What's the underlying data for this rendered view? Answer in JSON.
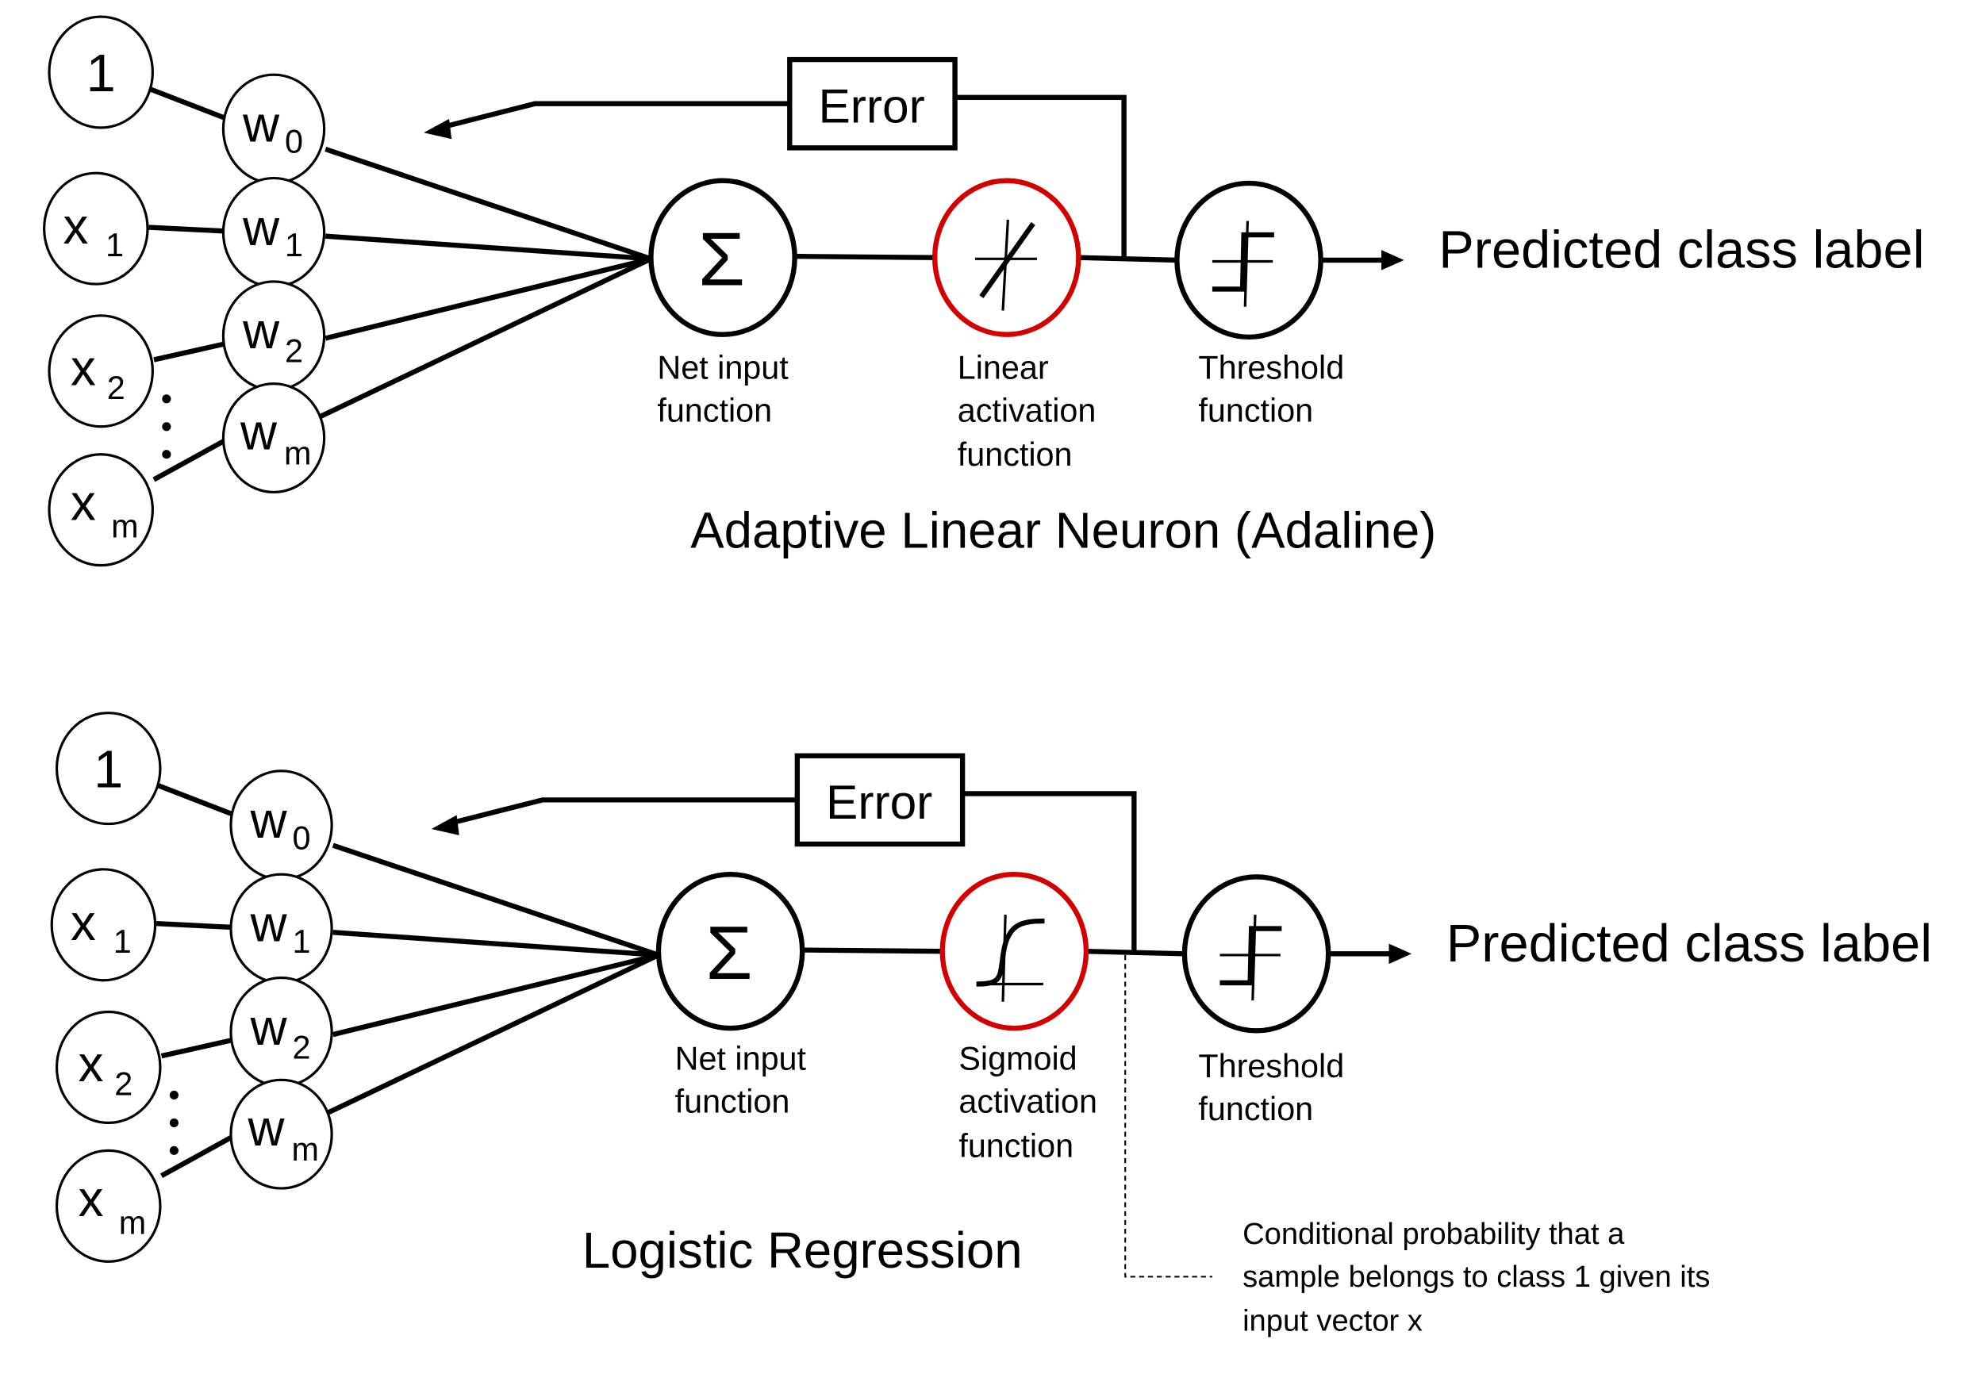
{
  "colors": {
    "activation_outline": "#d40000",
    "stroke": "#000000",
    "background": "#ffffff"
  },
  "diagrams": [
    {
      "title": "Adaptive Linear Neuron (Adaline)",
      "inputs": [
        {
          "label": "1",
          "sub": ""
        },
        {
          "label": "x",
          "sub": "1"
        },
        {
          "label": "x",
          "sub": "2"
        },
        {
          "label": "x",
          "sub": "m"
        }
      ],
      "weights": [
        {
          "label": "w",
          "sub": "0"
        },
        {
          "label": "w",
          "sub": "1"
        },
        {
          "label": "w",
          "sub": "2"
        },
        {
          "label": "w",
          "sub": "m"
        }
      ],
      "error_label": "Error",
      "net_input_symbol": "Σ",
      "net_input_label": [
        "Net input",
        "function"
      ],
      "activation_label": [
        "Linear",
        "activation",
        "function"
      ],
      "activation_icon": "linear-function-icon",
      "threshold_label": [
        "Threshold",
        "function"
      ],
      "output_label": "Predicted class label"
    },
    {
      "title": "Logistic Regression",
      "inputs": [
        {
          "label": "1",
          "sub": ""
        },
        {
          "label": "x",
          "sub": "1"
        },
        {
          "label": "x",
          "sub": "2"
        },
        {
          "label": "x",
          "sub": "m"
        }
      ],
      "weights": [
        {
          "label": "w",
          "sub": "0"
        },
        {
          "label": "w",
          "sub": "1"
        },
        {
          "label": "w",
          "sub": "2"
        },
        {
          "label": "w",
          "sub": "m"
        }
      ],
      "error_label": "Error",
      "net_input_symbol": "Σ",
      "net_input_label": [
        "Net input",
        "function"
      ],
      "activation_label": [
        "Sigmoid",
        "activation",
        "function"
      ],
      "activation_icon": "sigmoid-function-icon",
      "threshold_label": [
        "Threshold",
        "function"
      ],
      "output_label": "Predicted class label",
      "annotation": [
        "Conditional probability that a",
        "sample belongs to class 1 given its",
        "input vector x"
      ]
    }
  ]
}
